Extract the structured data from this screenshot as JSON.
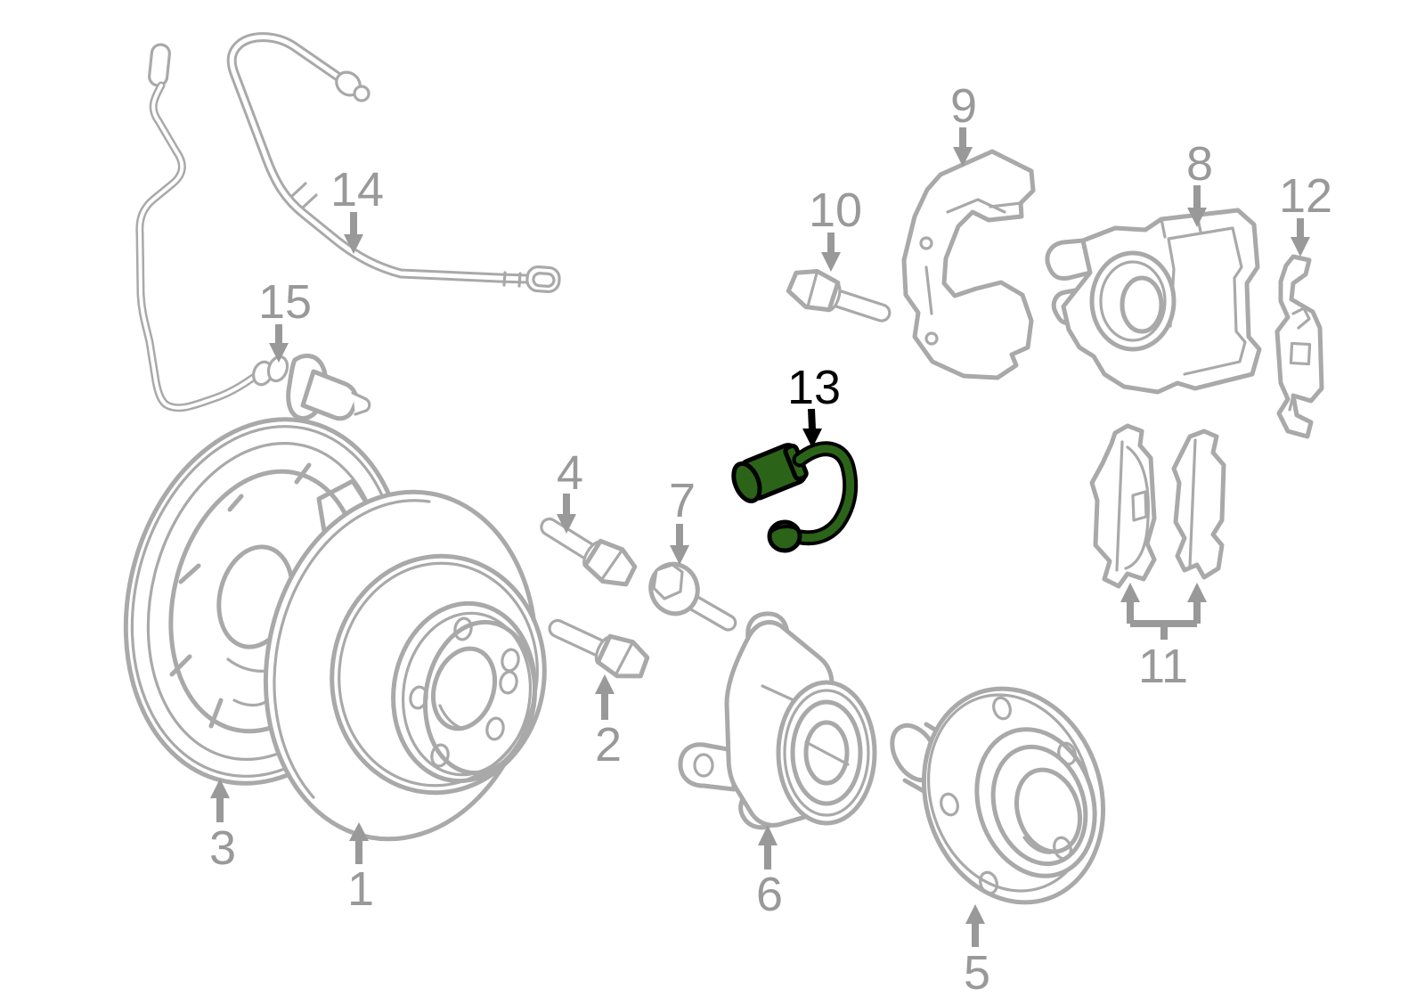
{
  "diagram": {
    "type": "exploded-parts-diagram",
    "highlighted_part_label": "13",
    "colors": {
      "line": "#a9a9a9",
      "label": "#999999",
      "background": "#ffffff",
      "highlight_fill": "#2b6418",
      "highlight_outline": "#000000"
    },
    "parts": [
      {
        "label": "1",
        "part": "brake-disc",
        "highlighted": false
      },
      {
        "label": "2",
        "part": "hex-bolt",
        "highlighted": false
      },
      {
        "label": "3",
        "part": "splash-shield",
        "highlighted": false
      },
      {
        "label": "4",
        "part": "hex-bolt",
        "highlighted": false
      },
      {
        "label": "5",
        "part": "wheel-hub",
        "highlighted": false
      },
      {
        "label": "6",
        "part": "wheel-bearing",
        "highlighted": false
      },
      {
        "label": "7",
        "part": "flange-bolt",
        "highlighted": false
      },
      {
        "label": "8",
        "part": "brake-caliper",
        "highlighted": false
      },
      {
        "label": "9",
        "part": "caliper-carrier",
        "highlighted": false
      },
      {
        "label": "10",
        "part": "hex-bolt",
        "highlighted": false
      },
      {
        "label": "11",
        "part": "brake-pad-set",
        "highlighted": false
      },
      {
        "label": "12",
        "part": "retaining-spring-clip",
        "highlighted": false
      },
      {
        "label": "13",
        "part": "brake-pad-wear-sensor",
        "highlighted": true
      },
      {
        "label": "14",
        "part": "brake-pipe",
        "highlighted": false
      },
      {
        "label": "15",
        "part": "abs-speed-sensor",
        "highlighted": false
      }
    ]
  }
}
